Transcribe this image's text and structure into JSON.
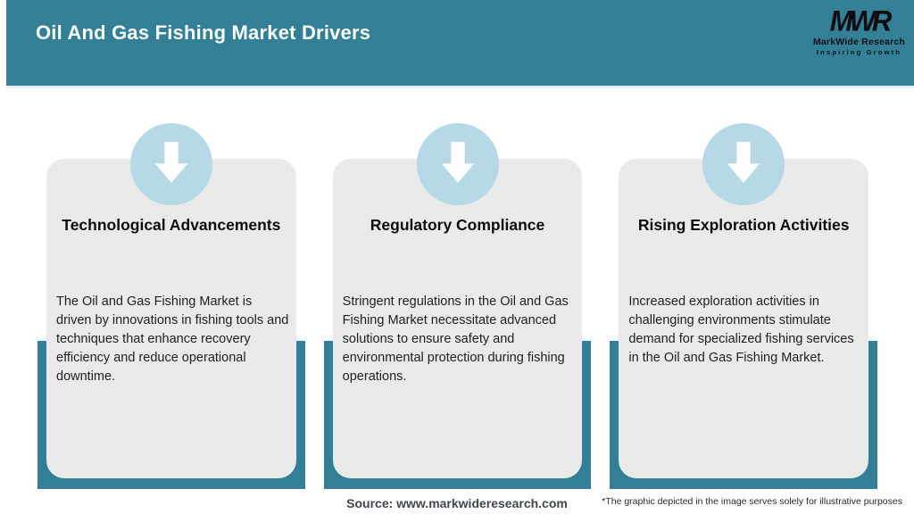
{
  "header": {
    "title": "Oil And Gas Fishing Market Drivers",
    "logo": {
      "monogram": "MWR",
      "name": "MarkWide Research",
      "tagline": "Inspiring Growth"
    }
  },
  "cards": [
    {
      "icon": "down-arrow-icon",
      "title": "Technological Advancements",
      "body": "The Oil and Gas Fishing Market is driven by innovations in fishing tools and techniques that enhance recovery efficiency and reduce operational downtime."
    },
    {
      "icon": "down-arrow-icon",
      "title": "Regulatory Compliance",
      "body": "Stringent regulations in the Oil and Gas Fishing Market necessitate advanced solutions to ensure safety and environmental protection during fishing operations."
    },
    {
      "icon": "down-arrow-icon",
      "title": "Rising Exploration Activities",
      "body": "Increased exploration activities in challenging environments stimulate demand for specialized fishing services in the Oil and Gas Fishing Market."
    }
  ],
  "footer": {
    "source": "Source: www.markwideresearch.com",
    "disclaimer": "*The graphic depicted in the image serves solely for illustrative purposes"
  },
  "colors": {
    "teal": "#337f96",
    "light_blue_circle": "#b7d9e6",
    "card_gray": "#e9ebeb",
    "title_text": "#fafdfd",
    "logo_text": "#0d0d12"
  }
}
